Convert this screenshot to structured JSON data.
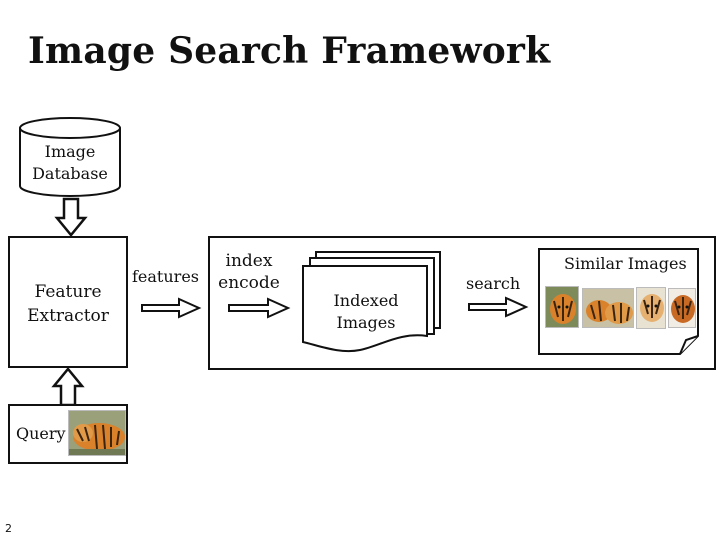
{
  "slide": {
    "title": "Image Search Framework",
    "page_number": "2"
  },
  "diagram": {
    "database": {
      "line1": "Image",
      "line2": "Database"
    },
    "extractor": {
      "line1": "Feature",
      "line2": "Extractor"
    },
    "query": {
      "label": "Query",
      "image": "tiger-image"
    },
    "features_label": "features",
    "index_label": {
      "line1": "index",
      "line2": "encode"
    },
    "indexed": {
      "line1": "Indexed",
      "line2": "Images"
    },
    "search_label": "search",
    "results": {
      "label": "Similar Images",
      "images": [
        "tiger-image",
        "tiger-image",
        "tiger-image",
        "tiger-image"
      ]
    }
  },
  "colors": {
    "stroke": "#111111",
    "tiger_orange": "#d9822b",
    "tiger_dark": "#3b2410"
  }
}
